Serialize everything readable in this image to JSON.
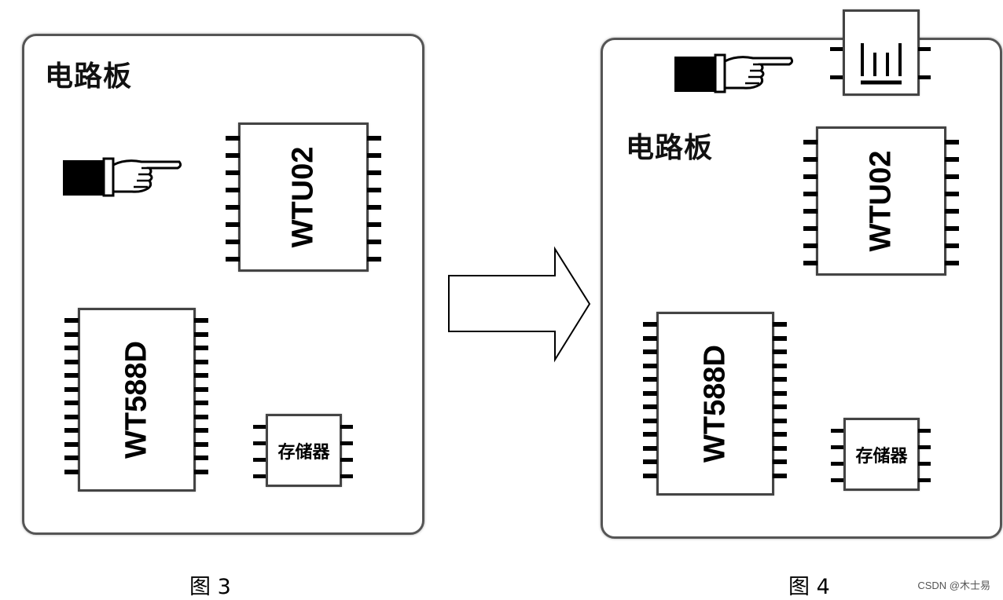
{
  "figure_left": {
    "board_label": "电路板",
    "chips": {
      "wtu02": "WTU02",
      "wt588d": "WT588D",
      "storage": "存储器"
    },
    "caption": "图 3"
  },
  "figure_right": {
    "board_label": "电路板",
    "chips": {
      "wtu02": "WTU02",
      "wt588d": "WT588D",
      "storage": "存储器"
    },
    "caption": "图 4"
  },
  "watermark": "CSDN @木士易",
  "icons": [
    "pointing-hand-icon",
    "transition-arrow-icon",
    "speaker-chip-icon"
  ]
}
